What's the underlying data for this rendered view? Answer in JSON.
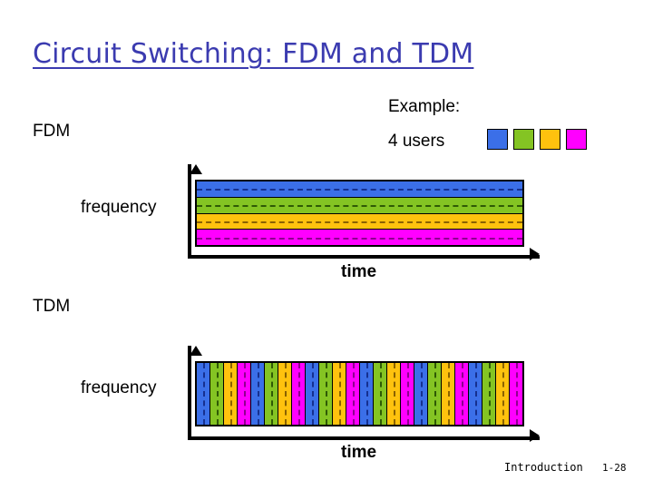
{
  "slide": {
    "title": "Circuit Switching: FDM and TDM",
    "title_color": "#3b3bb0",
    "background": "#ffffff"
  },
  "labels": {
    "fdm": "FDM",
    "tdm": "TDM",
    "example": "Example:",
    "users": "4 users",
    "frequency_fdm": "frequency",
    "frequency_tdm": "frequency",
    "time_fdm": "time",
    "time_tdm": "time"
  },
  "legend": {
    "caption": "4 users",
    "swatches": [
      {
        "name": "user-1",
        "color": "#3b6fe8"
      },
      {
        "name": "user-2",
        "color": "#84c423"
      },
      {
        "name": "user-3",
        "color": "#ffc20e"
      },
      {
        "name": "user-4",
        "color": "#ff00ff"
      }
    ]
  },
  "chart_data": [
    {
      "type": "bar",
      "name": "fdm-chart",
      "orientation": "stacked-horizontal-bands",
      "title": "FDM",
      "xlabel": "time",
      "ylabel": "frequency",
      "grid": false,
      "legend_position": "top-right",
      "categories": [
        "user-1",
        "user-2",
        "user-3",
        "user-4"
      ],
      "values": [
        1,
        1,
        1,
        1
      ],
      "description": "Frequency band divided into 4 equal horizontal sub-bands, each continuously occupied across all time by one user.",
      "bands": [
        {
          "user": "user-1",
          "color": "#3b6fe8",
          "dash_color": "#16308f"
        },
        {
          "user": "user-2",
          "color": "#84c423",
          "dash_color": "#2f5a05"
        },
        {
          "user": "user-3",
          "color": "#ffc20e",
          "dash_color": "#8a6200"
        },
        {
          "user": "user-4",
          "color": "#ff00ff",
          "dash_color": "#8f008f"
        }
      ]
    },
    {
      "type": "bar",
      "name": "tdm-chart",
      "orientation": "vertical-time-slots",
      "title": "TDM",
      "xlabel": "time",
      "ylabel": "frequency",
      "grid": false,
      "legend_position": "top-right",
      "categories": [
        "user-1",
        "user-2",
        "user-3",
        "user-4"
      ],
      "values": [
        6,
        6,
        6,
        6
      ],
      "slot_count": 24,
      "frames": 6,
      "slots_per_frame": 4,
      "description": "Full frequency band used by one user at a time, cycling through 4 users over 24 time slots (6 frames).",
      "sequence": [
        "user-1",
        "user-2",
        "user-3",
        "user-4",
        "user-1",
        "user-2",
        "user-3",
        "user-4",
        "user-1",
        "user-2",
        "user-3",
        "user-4",
        "user-1",
        "user-2",
        "user-3",
        "user-4",
        "user-1",
        "user-2",
        "user-3",
        "user-4",
        "user-1",
        "user-2",
        "user-3",
        "user-4"
      ],
      "palette": {
        "user-1": "#3b6fe8",
        "user-2": "#84c423",
        "user-3": "#ffc20e",
        "user-4": "#ff00ff"
      },
      "dash_palette": {
        "user-1": "#16308f",
        "user-2": "#2f5a05",
        "user-3": "#8a6200",
        "user-4": "#8f008f"
      }
    }
  ],
  "footer": {
    "section": "Introduction",
    "page": "1-28"
  }
}
